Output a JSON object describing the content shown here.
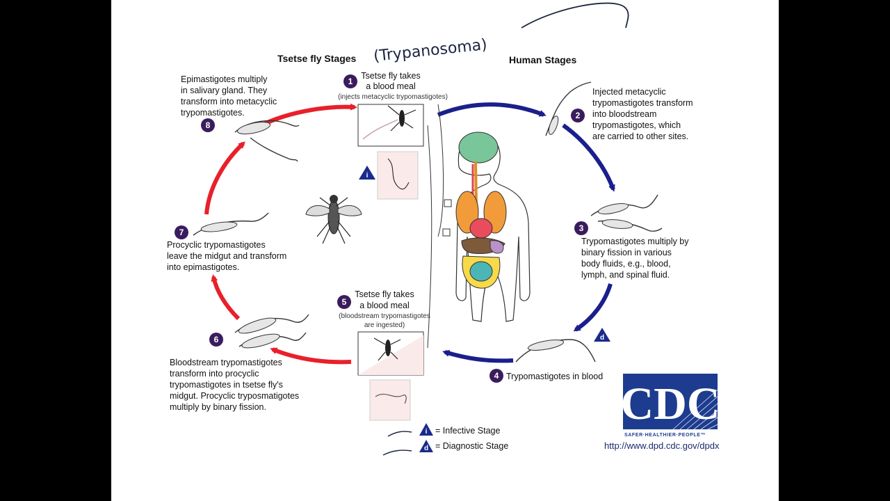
{
  "annotation": {
    "handwritten": "(Trypanosoma)"
  },
  "headers": {
    "tsetse": "Tsetse fly Stages",
    "human": "Human Stages"
  },
  "stages": {
    "s1": {
      "num": "1",
      "lines": [
        "Tsetse fly takes",
        "a blood meal"
      ],
      "note": "(injects metacyclic trypomastigotes)"
    },
    "s2": {
      "num": "2",
      "lines": [
        "Injected metacyclic",
        "trypomastigotes transform",
        "into bloodstream",
        "trypomastigotes, which",
        "are carried to other sites."
      ]
    },
    "s3": {
      "num": "3",
      "lines": [
        "Trypomastigotes multiply by",
        "binary fission in various",
        "body fluids, e.g., blood,",
        "lymph, and spinal fluid."
      ]
    },
    "s4": {
      "num": "4",
      "text": "Trypomastigotes in blood"
    },
    "s5": {
      "num": "5",
      "lines": [
        "Tsetse fly takes",
        "a blood meal"
      ],
      "notes": [
        "(bloodstream trypomastigotes",
        "are ingested)"
      ]
    },
    "s6": {
      "num": "6",
      "lines": [
        "Bloodstream trypomastigotes",
        "transform into procyclic",
        "trypomastigotes in tsetse fly's",
        "midgut. Procyclic tryposmatigotes",
        "multiply by binary fission."
      ]
    },
    "s7": {
      "num": "7",
      "lines": [
        "Procyclic trypomastigotes",
        "leave the midgut and transform",
        "into epimastigotes."
      ]
    },
    "s8": {
      "num": "8",
      "lines": [
        "Epimastigotes multiply",
        "in salivary gland. They",
        "transform into metacyclic",
        "trypomastigotes."
      ]
    }
  },
  "legend": {
    "infective": {
      "symbol": "i",
      "label": "= Infective Stage"
    },
    "diagnostic": {
      "symbol": "d",
      "label": "= Diagnostic Stage"
    }
  },
  "logo": {
    "text": "CDC",
    "tagline": "SAFER·HEALTHIER·PEOPLE™",
    "url": "http://www.dpd.cdc.gov/dpdx"
  },
  "colors": {
    "red_arrow": "#e8202a",
    "blue_arrow": "#1a1f8c",
    "badge": "#3a1c5e",
    "cdc_blue": "#1d3c8f"
  }
}
